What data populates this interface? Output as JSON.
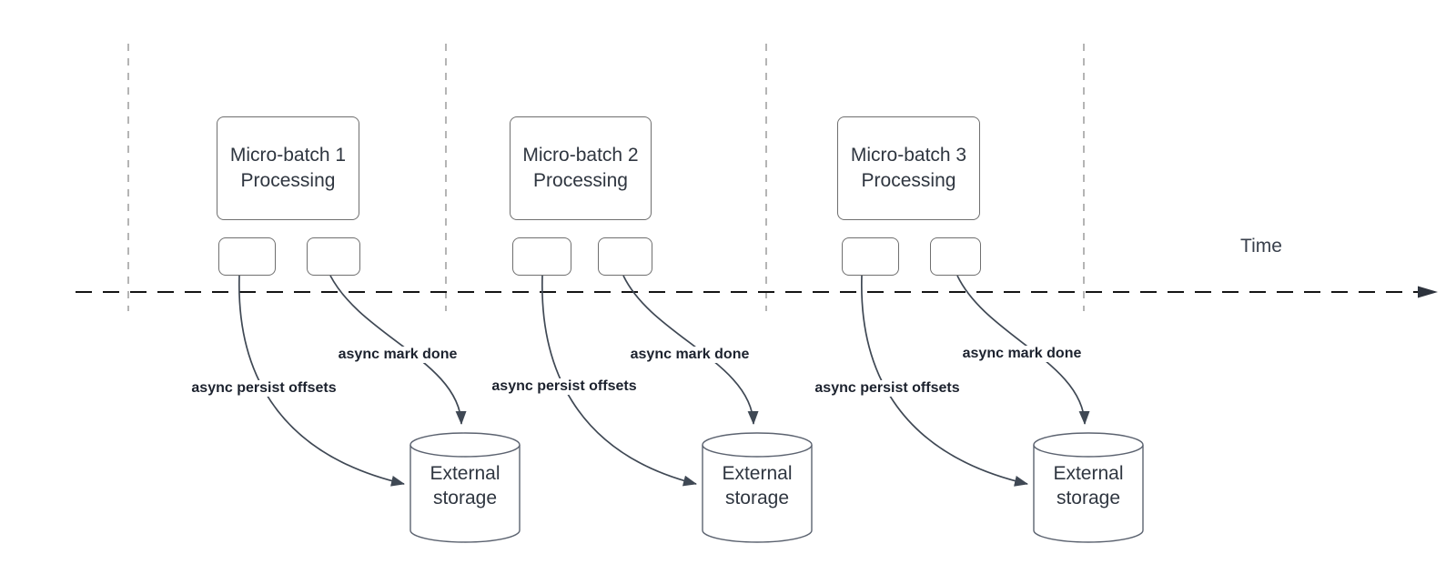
{
  "time_axis": {
    "label": "Time"
  },
  "batches": [
    {
      "title_line1": "Micro-batch 1",
      "title_line2": "Processing",
      "persist_label": "async persist offsets",
      "done_label": "async mark done",
      "storage_line1": "External",
      "storage_line2": "storage"
    },
    {
      "title_line1": "Micro-batch 2",
      "title_line2": "Processing",
      "persist_label": "async persist offsets",
      "done_label": "async mark done",
      "storage_line1": "External",
      "storage_line2": "storage"
    },
    {
      "title_line1": "Micro-batch 3",
      "title_line2": "Processing",
      "persist_label": "async persist offsets",
      "done_label": "async mark done",
      "storage_line1": "External",
      "storage_line2": "storage"
    }
  ],
  "colors": {
    "curve_stroke": "#3f4854",
    "timeline_stroke": "#141414",
    "gridline_stroke": "#a8a8a8",
    "shape_border": "#6f6f6f",
    "cylinder_border": "#5c6370",
    "node_text": "#2f3640",
    "label_text": "#1c222e"
  }
}
